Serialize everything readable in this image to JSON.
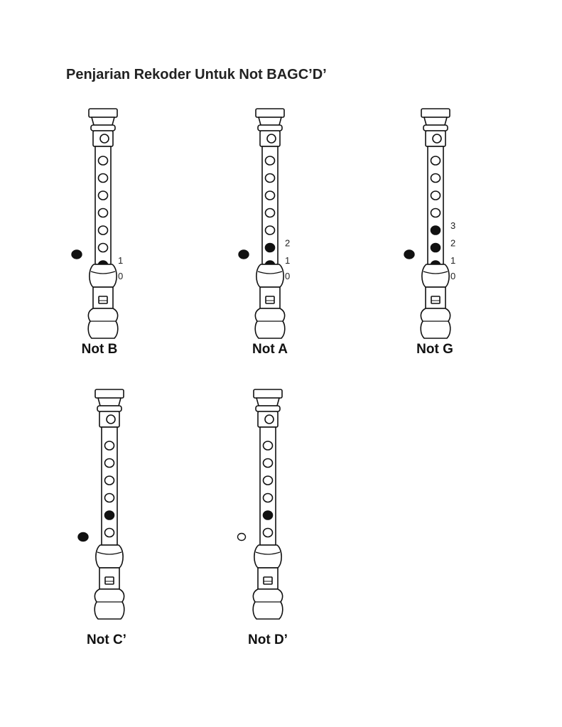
{
  "title": "Penjarian Rekoder Untuk Not BAGC’D’",
  "colors": {
    "ink": "#111111",
    "paper": "#ffffff"
  },
  "recorders": [
    {
      "caption": "Not B",
      "thumb": "closed",
      "holes": [
        "open",
        "open",
        "open",
        "open",
        "open",
        "open",
        "closed"
      ],
      "labels": [
        {
          "hole": 6,
          "text": "1"
        },
        {
          "hole": "thumb",
          "text": "0"
        }
      ]
    },
    {
      "caption": "Not A",
      "thumb": "closed",
      "holes": [
        "open",
        "open",
        "open",
        "open",
        "open",
        "closed",
        "closed"
      ],
      "labels": [
        {
          "hole": 5,
          "text": "2"
        },
        {
          "hole": 6,
          "text": "1"
        },
        {
          "hole": "thumb",
          "text": "0"
        }
      ]
    },
    {
      "caption": "Not G",
      "thumb": "closed",
      "holes": [
        "open",
        "open",
        "open",
        "open",
        "closed",
        "closed",
        "closed"
      ],
      "labels": [
        {
          "hole": 4,
          "text": "3"
        },
        {
          "hole": 5,
          "text": "2"
        },
        {
          "hole": 6,
          "text": "1"
        },
        {
          "hole": "thumb",
          "text": "0"
        }
      ]
    },
    {
      "caption": "Not C’",
      "thumb": "closed",
      "holes": [
        "open",
        "open",
        "open",
        "open",
        "closed",
        "open"
      ],
      "labels": []
    },
    {
      "caption": "Not D’",
      "thumb": "open",
      "holes": [
        "open",
        "open",
        "open",
        "open",
        "closed",
        "open"
      ],
      "labels": []
    }
  ]
}
